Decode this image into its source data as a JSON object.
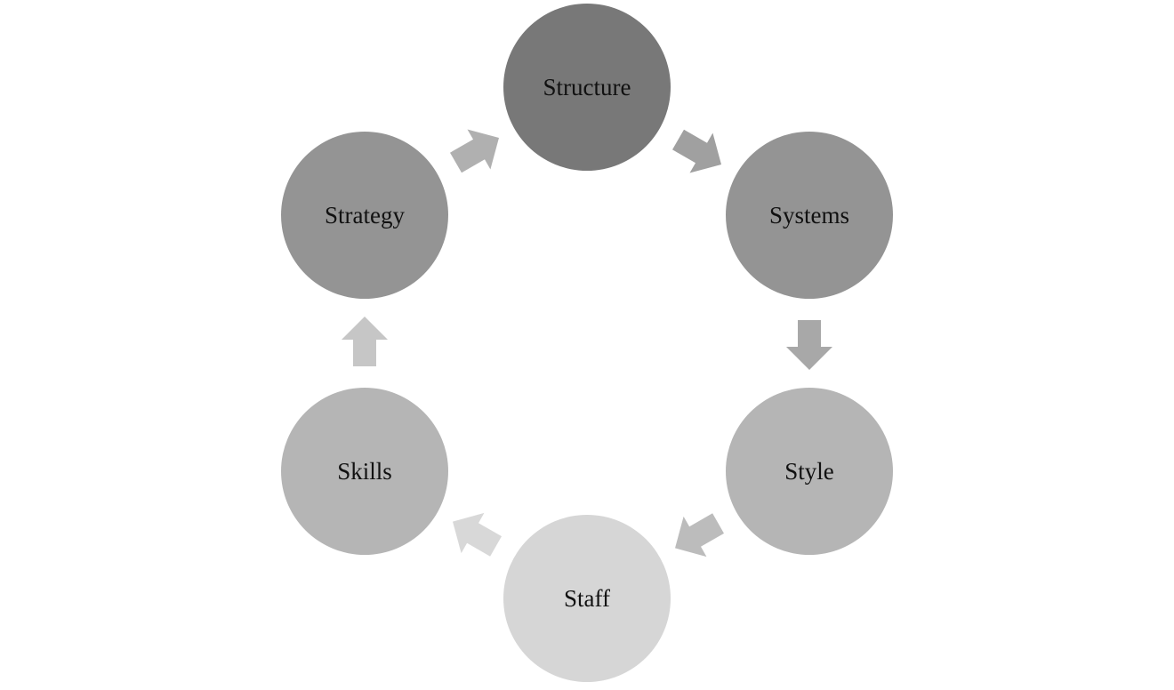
{
  "diagram": {
    "nodes": [
      {
        "id": "structure",
        "label": "Structure",
        "color": "#787878"
      },
      {
        "id": "systems",
        "label": "Systems",
        "color": "#949494"
      },
      {
        "id": "style",
        "label": "Style",
        "color": "#b5b5b5"
      },
      {
        "id": "staff",
        "label": "Staff",
        "color": "#d6d6d6"
      },
      {
        "id": "skills",
        "label": "Skills",
        "color": "#b5b5b5"
      },
      {
        "id": "strategy",
        "label": "Strategy",
        "color": "#949494"
      }
    ],
    "connectors": [
      {
        "from": "structure",
        "to": "systems",
        "color": "#a0a0a0"
      },
      {
        "from": "systems",
        "to": "style",
        "color": "#a8a8a8"
      },
      {
        "from": "style",
        "to": "staff",
        "color": "#bcbcbc"
      },
      {
        "from": "staff",
        "to": "skills",
        "color": "#d8d8d8"
      },
      {
        "from": "skills",
        "to": "strategy",
        "color": "#c6c6c6"
      },
      {
        "from": "strategy",
        "to": "structure",
        "color": "#b0b0b0"
      }
    ]
  }
}
